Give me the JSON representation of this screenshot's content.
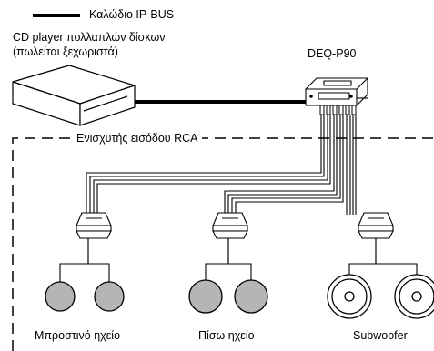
{
  "legend": {
    "label": "Καλώδιο IP-BUS"
  },
  "cd_player": {
    "line1": "CD player πολλαπλών δίσκων",
    "line2": "(πωλείται ξεχωριστά)"
  },
  "processor": {
    "label": "DEQ-P90"
  },
  "amp_region": {
    "label": "Ενισχυτής εισόδου RCA"
  },
  "speakers": {
    "front": "Μπροστινό ηχείο",
    "rear": "Πίσω ηχείο",
    "sub": "Subwoofer"
  },
  "colors": {
    "speaker_fill": "#b5b5b5",
    "line": "#000000"
  }
}
